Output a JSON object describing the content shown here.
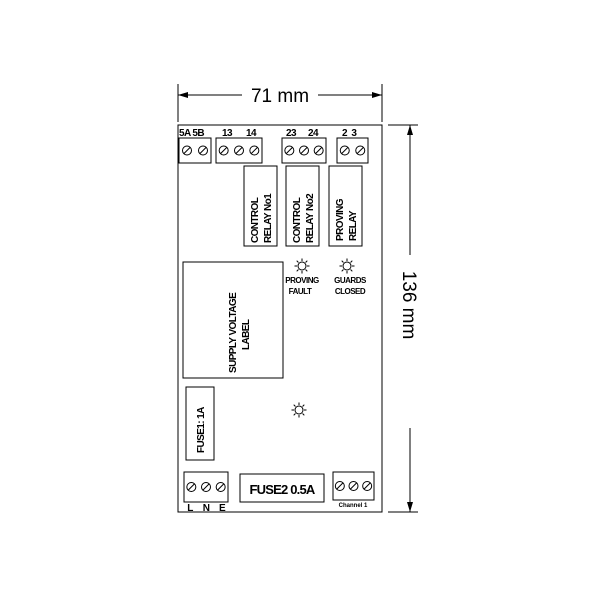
{
  "dimensions": {
    "width": "71 mm",
    "height": "136 mm"
  },
  "terminals_top": [
    {
      "label": "5A 5B",
      "screws": 2
    },
    {
      "label_a": "13",
      "label_b": "14",
      "screws": 3
    },
    {
      "label_a": "23",
      "label_b": "24",
      "screws": 3
    },
    {
      "label": "2  3",
      "screws": 2
    }
  ],
  "relays": [
    {
      "line1": "CONTROL",
      "line2": "RELAY No1"
    },
    {
      "line1": "CONTROL",
      "line2": "RELAY No2"
    },
    {
      "line1": "PROVING",
      "line2": "RELAY"
    }
  ],
  "leds": [
    {
      "line1": "PROVING",
      "line2": "FAULT"
    },
    {
      "line1": "GUARDS",
      "line2": "CLOSED"
    }
  ],
  "supply_label": {
    "line1": "SUPPLY VOLTAGE",
    "line2": "LABEL"
  },
  "fuse1": "FUSE1: 1A",
  "fuse2": "FUSE2 0.5A",
  "power_terminal_labels": [
    "L",
    "N",
    "E"
  ],
  "channel_label": "Channel 1"
}
